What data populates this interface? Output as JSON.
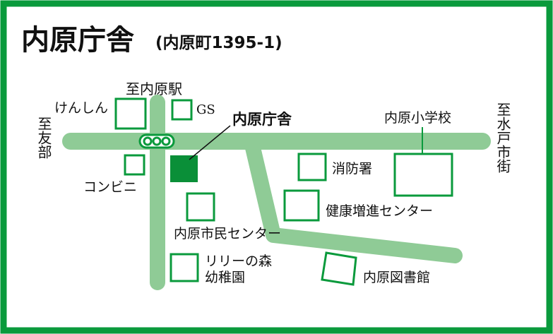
{
  "title": {
    "main": "内原庁舎",
    "address": "(内原町1395-1)"
  },
  "colors": {
    "frame": "#0a9a3c",
    "road": "#8fcb96",
    "building_outline": "#0a9a3c",
    "office_fill": "#0a8f38",
    "text": "#111111"
  },
  "directions": {
    "north": "至内原駅",
    "west": "至友部",
    "east": "至水戸市街"
  },
  "labels": {
    "office": "内原庁舎",
    "kenshin": "けんしん",
    "gs": "GS",
    "convenience": "コンビニ",
    "school": "内原小学校",
    "fire": "消防署",
    "health": "健康増進センター",
    "civic": "内原市民センター",
    "kindergarten_1": "リリーの森",
    "kindergarten_2": "幼稚園",
    "library": "内原図書館"
  },
  "icons": {
    "traffic_signal": "traffic-signal-icon"
  }
}
